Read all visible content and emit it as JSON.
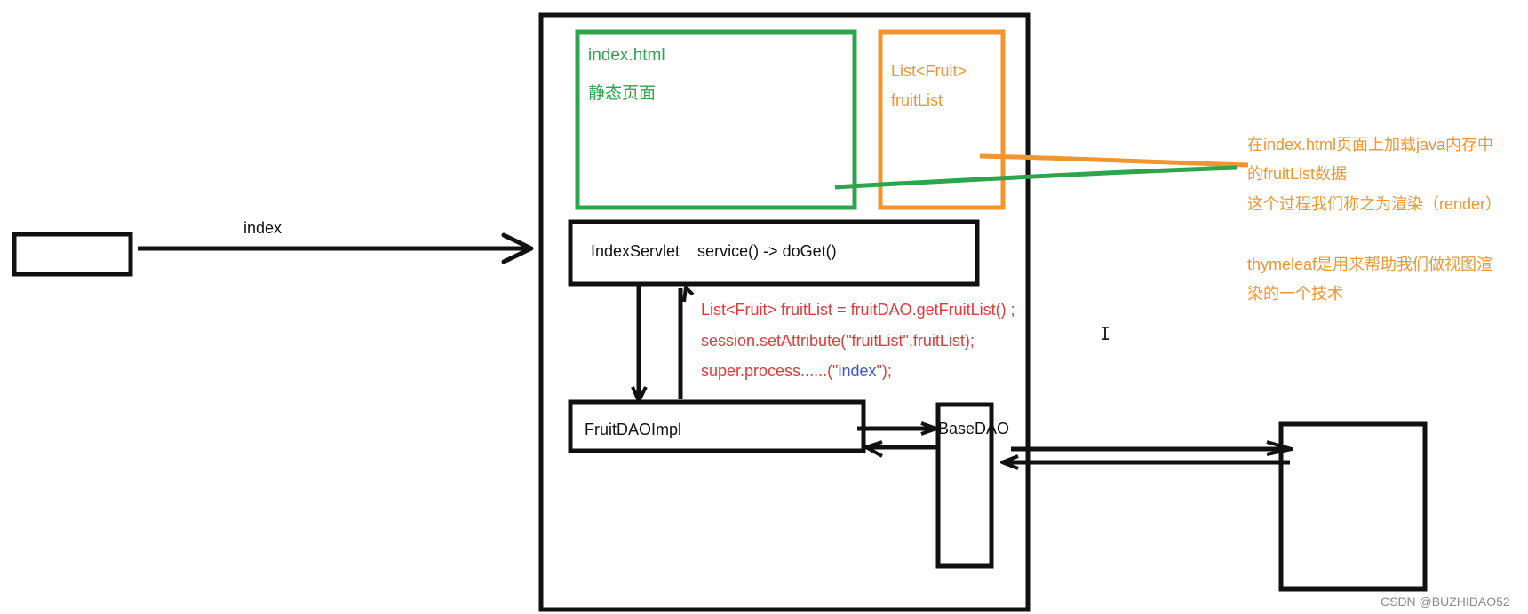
{
  "labels": {
    "index_arrow": "index",
    "index_html": "index.html",
    "static_page": "静态页面",
    "list_type": "List<Fruit>",
    "list_var": "fruitList",
    "index_servlet": "IndexServlet    service() -> doGet()",
    "fruit_dao_impl": "FruitDAOImpl",
    "base_dao": "BaseDAO"
  },
  "code": {
    "line1": "List<Fruit> fruitList  = fruitDAO.getFruitList() ;",
    "line2": "session.setAttribute(\"fruitList\",fruitList);",
    "line3_pre": "super.process......(\"",
    "line3_kw": "index",
    "line3_post": "\");"
  },
  "notes": {
    "render_1": "在index.html页面上加载java内存中",
    "render_2": "的fruitList数据",
    "render_3": "这个过程我们称之为渲染（render）",
    "thymeleaf_1": "thymeleaf是用来帮助我们做视图渲",
    "thymeleaf_2": "染的一个技术"
  },
  "watermark": "CSDN @BUZHIDAO52",
  "colors": {
    "black": "#111111",
    "green": "#2ca54c",
    "orange": "#f0952f",
    "code_red": "#e03a3a",
    "code_blue": "#3b55d9"
  }
}
